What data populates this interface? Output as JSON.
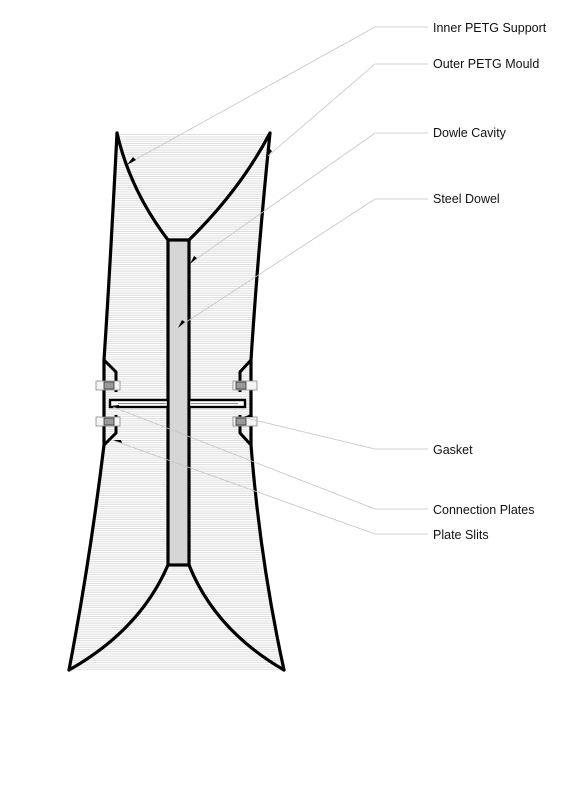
{
  "labels": {
    "inner_petg_support": "Inner PETG Support",
    "outer_petg_mould": "Outer PETG Mould",
    "dowle_cavity": "Dowle Cavity",
    "steel_dowel": "Steel Dowel",
    "gasket": "Gasket",
    "connection_plates": "Connection Plates",
    "plate_slits": "Plate Slits"
  },
  "colors": {
    "outline": "#000000",
    "hatch": "#c8c8c8",
    "dowel_fill": "#d6d6d6",
    "leader": "#c4c4c4"
  }
}
